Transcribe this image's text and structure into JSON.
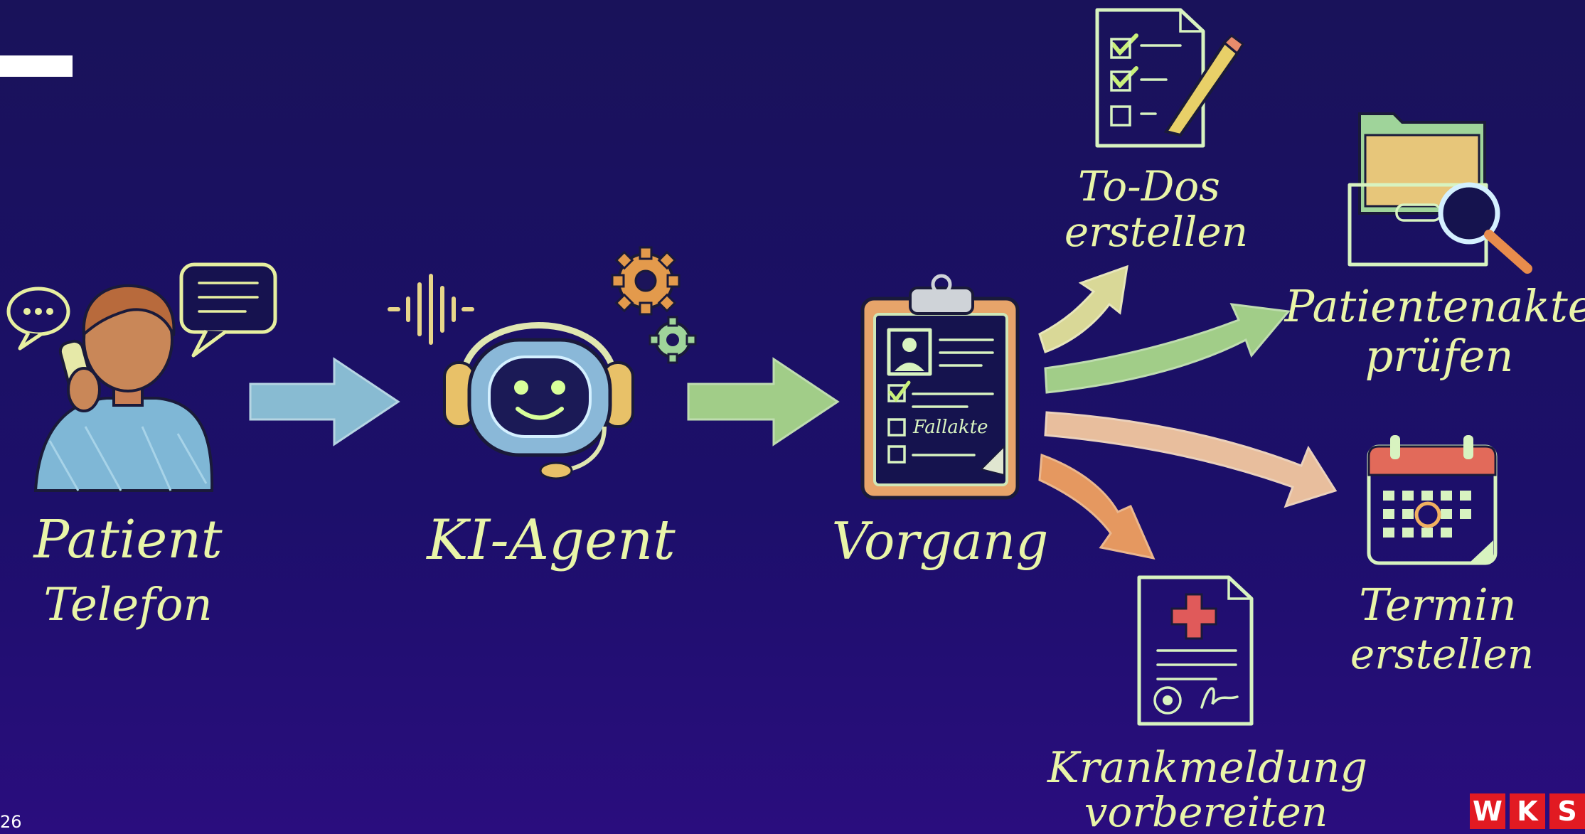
{
  "slide": {
    "page_number": "26",
    "logo_letters": [
      "W",
      "K",
      "S"
    ]
  },
  "nodes": {
    "patient": {
      "line1": "Patient",
      "line2": "Telefon"
    },
    "agent": {
      "line1": "KI-Agent"
    },
    "vorgang": {
      "line1": "Vorgang",
      "doc_label": "Fallakte"
    },
    "todos": {
      "line1": "To-Dos",
      "line2": "erstellen"
    },
    "akte": {
      "line1": "Patientenakte",
      "line2": "prüfen"
    },
    "termin": {
      "line1": "Termin",
      "line2": "erstellen"
    },
    "krank": {
      "line1": "Krankmeldung",
      "line2": "vorbereiten"
    }
  },
  "icons": {
    "patient": "person-on-phone-icon",
    "agent": "robot-headset-icon",
    "vorgang": "clipboard-icon",
    "todos": "checklist-pencil-icon",
    "akte": "folder-search-icon",
    "termin": "calendar-icon",
    "krank": "medical-certificate-icon"
  },
  "colors": {
    "background_top": "#19125a",
    "background_bottom": "#2a0d7e",
    "chalk_text": "#e9f5a8",
    "chalk_line": "#d8f3c0",
    "arrow_blue": "#8ec5d8",
    "arrow_green": "#a9d88a",
    "arrow_yellow": "#e4e39a",
    "arrow_peach": "#f3c8a0",
    "arrow_orange": "#f0a060",
    "logo_red": "#e21a22"
  }
}
